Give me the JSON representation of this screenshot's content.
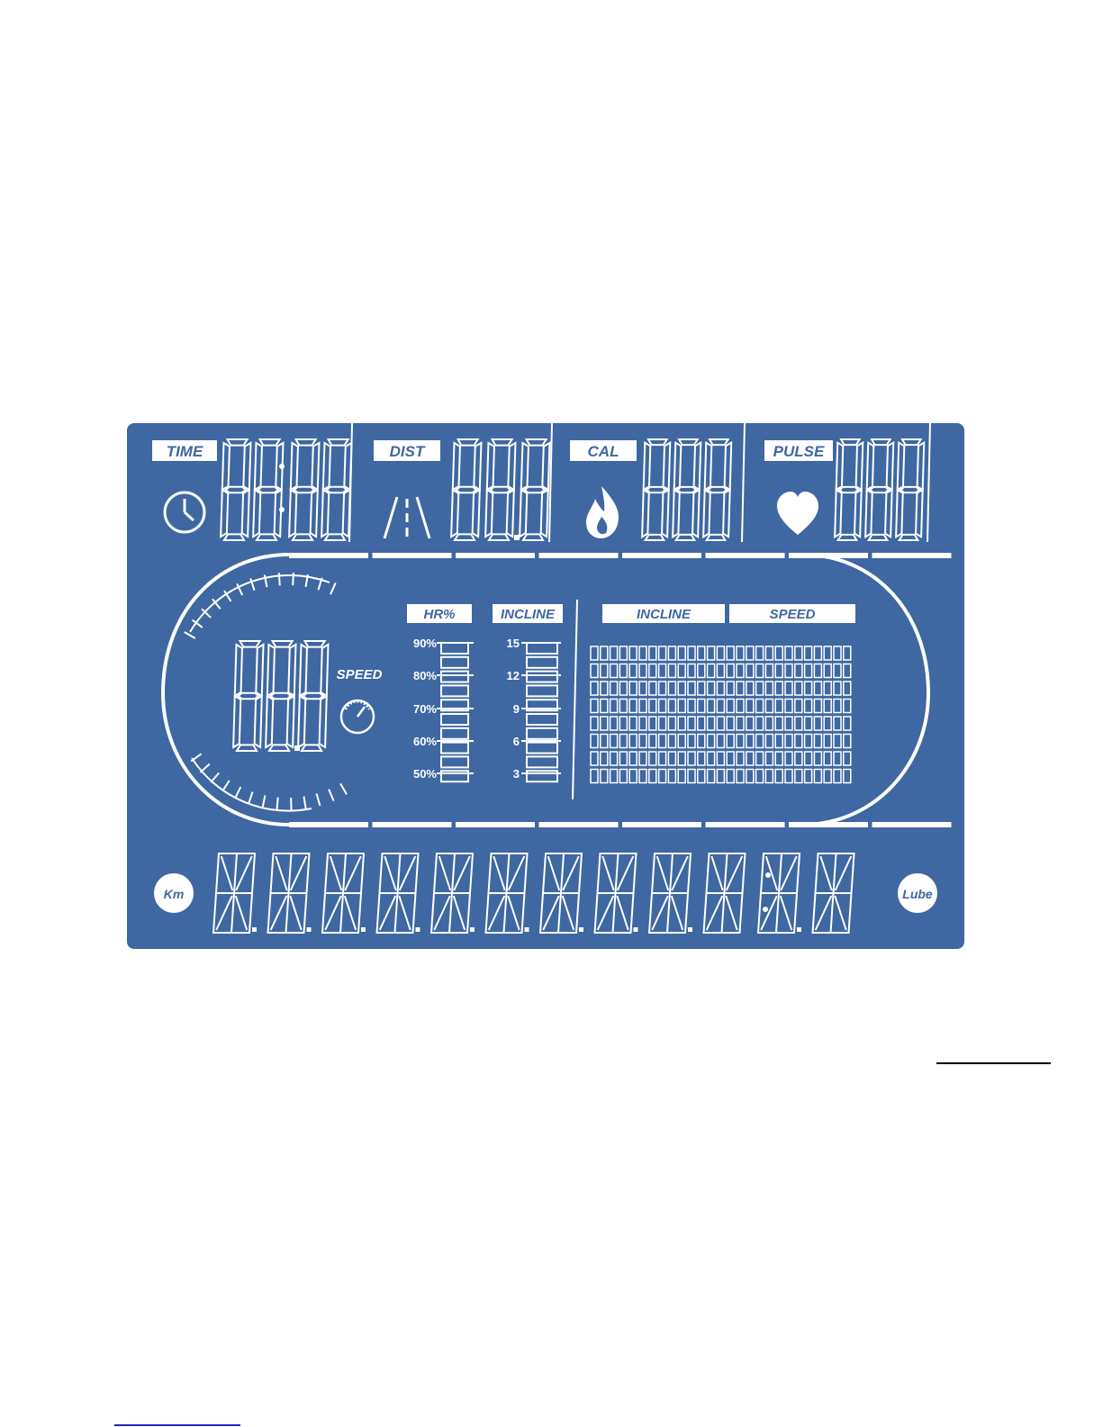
{
  "display": {
    "panel_color": "#3f67a1",
    "segment_color": "#ffffff",
    "top_labels": {
      "time": "TIME",
      "dist": "DIST",
      "cal": "CAL",
      "pulse": "PULSE"
    },
    "center_labels": {
      "speed": "SPEED",
      "hr": "HR%",
      "incline": "INCLINE",
      "matrix_incline": "INCLINE",
      "matrix_speed": "SPEED"
    },
    "hr_ticks": [
      "90%",
      "80%",
      "70%",
      "60%",
      "50%"
    ],
    "incline_ticks": [
      "15",
      "12",
      "9",
      "6",
      "3"
    ],
    "bottom_icons": {
      "left": "Km",
      "right": "Lube"
    },
    "icons": [
      "clock-icon",
      "road-icon",
      "flame-icon",
      "heart-icon",
      "speedometer-icon"
    ]
  }
}
